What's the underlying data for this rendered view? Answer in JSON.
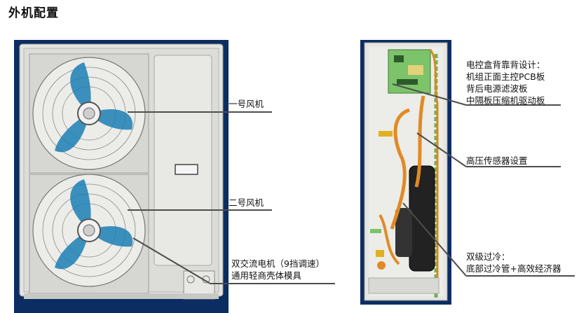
{
  "title": "外机配置",
  "left_labels": {
    "fan1": "一号风机",
    "fan2": "二号风机",
    "motor_line1": "双交流电机（9挡调速）",
    "motor_line2": "通用轻商壳体模具"
  },
  "right_labels": {
    "box_line1": "电控盒背靠背设计：",
    "box_line2": "机组正面主控PCB板",
    "box_line3": "背后电源滤波板",
    "box_line4": "中隔板压缩机驱动板",
    "sensor": "高压传感器设置",
    "sub_line1": "双级过冷：",
    "sub_line2": "底部过冷管+高效经济器"
  }
}
